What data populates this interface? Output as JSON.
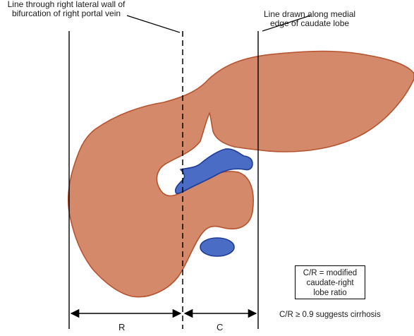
{
  "labels": {
    "left_line_1": "Line through right lateral wall of",
    "left_line_2": "bifurcation of right portal vein",
    "right_line_1": "Line drawn along medial",
    "right_line_2": "edge of caudate lobe",
    "box_line_1": "C/R = modified",
    "box_line_2": "caudate-right",
    "box_line_3": "lobe ratio",
    "note": "C/R ≥ 0.9 suggests cirrhosis",
    "r_label": "R",
    "c_label": "C"
  },
  "colors": {
    "liver_fill": "#d4896a",
    "liver_stroke": "#b5532f",
    "vessel_fill": "#4a6cc4",
    "vessel_stroke": "#1f3b96",
    "line": "#000000"
  }
}
